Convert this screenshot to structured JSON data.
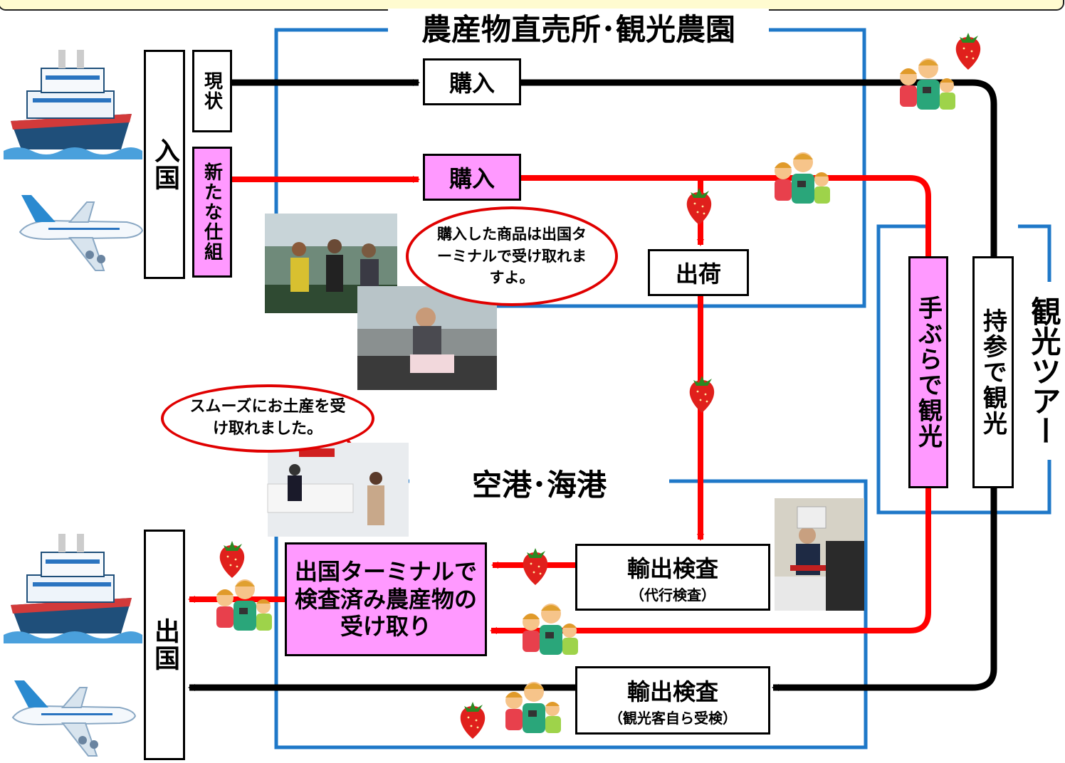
{
  "titles": {
    "farm": "農産物直売所･観光農園",
    "airport": "空港･海港",
    "tour": "観光ツアー"
  },
  "left": {
    "entry": "入国",
    "exit": "出国",
    "current": "現状",
    "new": "新たな仕組"
  },
  "nodes": {
    "buy_current": "購入",
    "buy_new": "購入",
    "ship": "出荷",
    "pickup": "出国ターミナルで検査済み農産物の受け取り",
    "export1": "輸出検査",
    "export1_sub": "（代行検査）",
    "export2": "輸出検査",
    "export2_sub": "（観光客自ら受検）",
    "tebura": "手ぶらで観光",
    "jisan": "持参で観光"
  },
  "bubbles": {
    "farm": "購入した商品は出国ターミナルで受け取れますよ。",
    "airport": "スムーズにお土産を受け取れました。"
  },
  "colors": {
    "red": "#ff0000",
    "black": "#000000",
    "blue": "#1f78c8",
    "pink": "#ff99ff"
  },
  "icons": [
    "ship-icon",
    "airplane-icon",
    "tourists-icon",
    "strawberry-icon",
    "photo-icon"
  ]
}
